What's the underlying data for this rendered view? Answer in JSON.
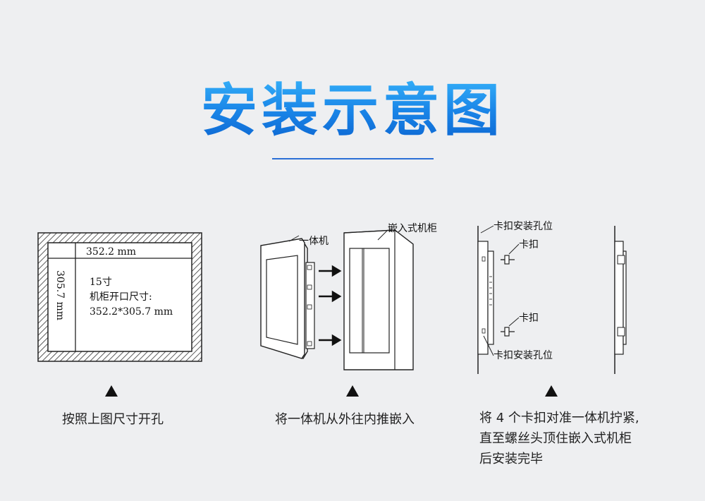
{
  "title": "安装示意图",
  "fig1": {
    "width_label": "352.2 mm",
    "height_label": "305.7 mm",
    "size_label": "15寸",
    "cutout_label": "机柜开口尺寸:",
    "cutout_value": "352.2*305.7 mm"
  },
  "fig2": {
    "device_label": "一体机",
    "cabinet_label": "嵌入式机柜"
  },
  "fig3": {
    "hole_top_label": "卡扣安装孔位",
    "clip_top_label": "卡扣",
    "clip_bottom_label": "卡扣",
    "hole_bottom_label": "卡扣安装孔位"
  },
  "captions": {
    "step1": "按照上图尺寸开孔",
    "step2": "将一体机从外往内推嵌入",
    "step3_line1": "将 4 个卡扣对准一体机拧紧,",
    "step3_line2": "直至螺丝头顶住嵌入式机柜",
    "step3_line3": "后安装完毕"
  }
}
